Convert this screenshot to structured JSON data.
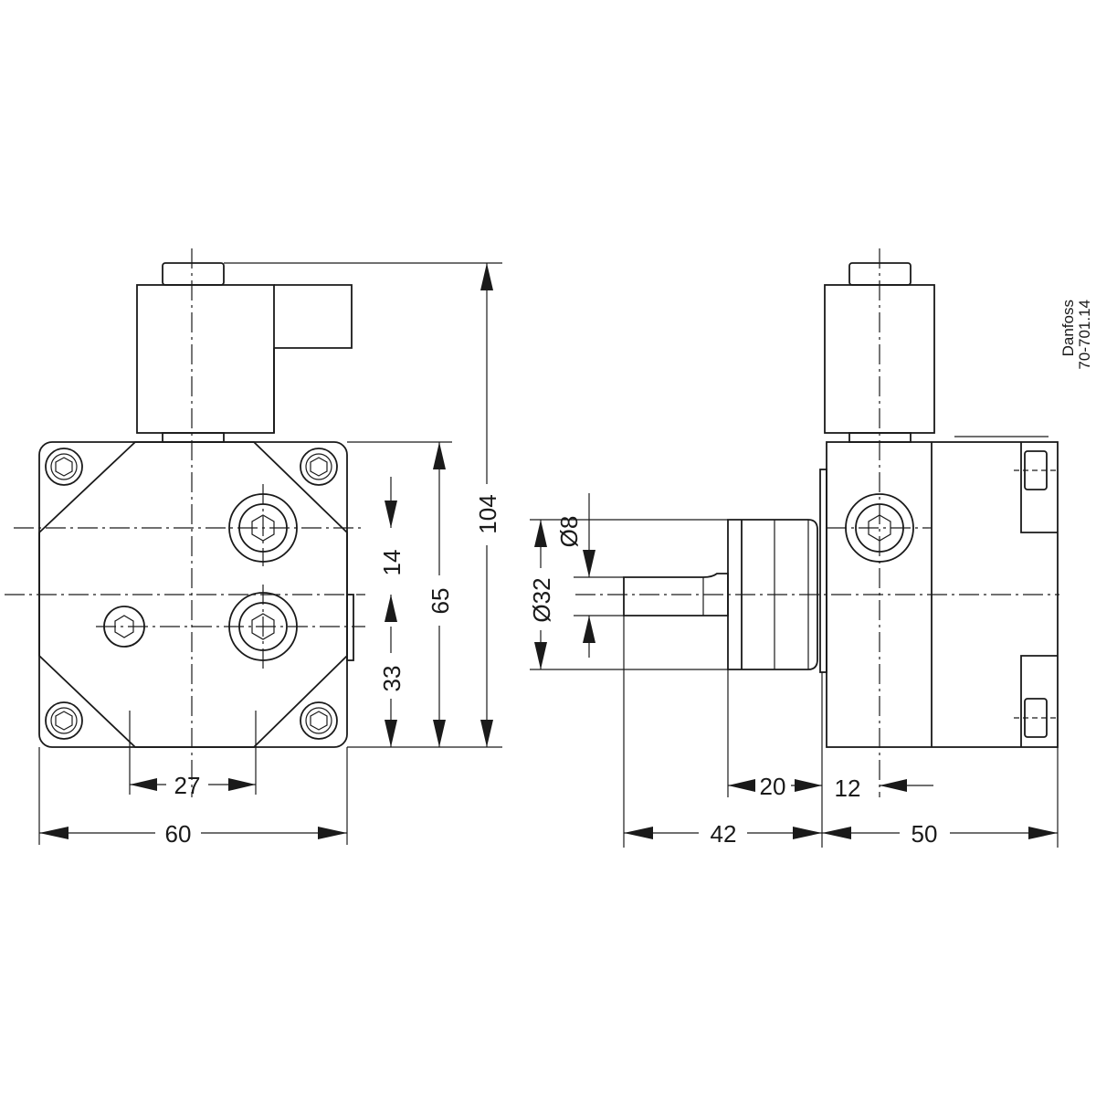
{
  "dimensions": {
    "width_60": "60",
    "port_spacing_27": "27",
    "port_offset_14": "14",
    "port_offset_33": "33",
    "body_height_65": "65",
    "total_height_104": "104",
    "shaft_dia_8": "Ø8",
    "flange_dia_32": "Ø32",
    "shaft_length_42": "42",
    "hub_length_20": "20",
    "port_distance_12": "12",
    "body_depth_50": "50"
  },
  "title_block": {
    "brand": "Danfoss",
    "drawing_number": "70-701.14"
  }
}
